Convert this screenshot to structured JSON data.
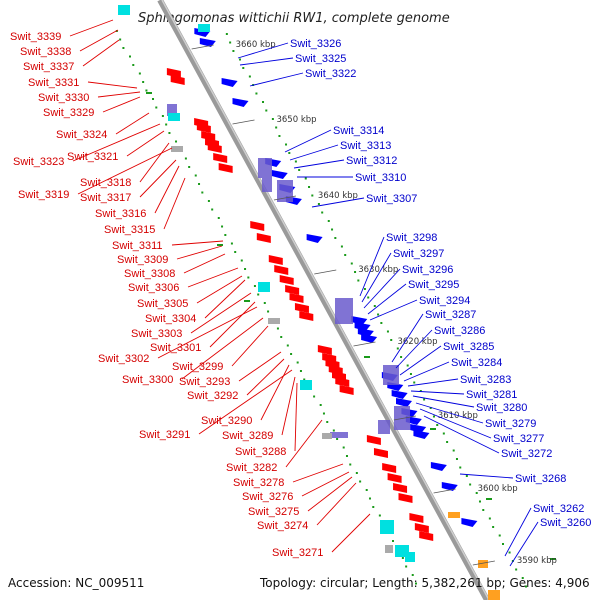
{
  "title": "Sphingomonas wittichii RW1, complete genome",
  "footer": {
    "accession": "Accession: NC_009511",
    "summary": "Topology: circular; Length: 5,382,261 bp; Genes: 4,906"
  },
  "scale_labels": [
    "3660 kbp",
    "3650 kbp",
    "3640 kbp",
    "3630 kbp",
    "3620 kbp",
    "3610 kbp",
    "3600 kbp",
    "3590 kbp"
  ],
  "labels_reverse": [
    "Swit_3339",
    "Swit_3338",
    "Swit_3337",
    "Swit_3331",
    "Swit_3330",
    "Swit_3329",
    "Swit_3324",
    "Swit_3323",
    "Swit_3321",
    "Swit_3318",
    "Swit_3319",
    "Swit_3317",
    "Swit_3316",
    "Swit_3315",
    "Swit_3311",
    "Swit_3309",
    "Swit_3308",
    "Swit_3306",
    "Swit_3305",
    "Swit_3304",
    "Swit_3303",
    "Swit_3301",
    "Swit_3302",
    "Swit_3300",
    "Swit_3299",
    "Swit_3293",
    "Swit_3292",
    "Swit_3290",
    "Swit_3291",
    "Swit_3289",
    "Swit_3288",
    "Swit_3282",
    "Swit_3278",
    "Swit_3276",
    "Swit_3275",
    "Swit_3274",
    "Swit_3271"
  ],
  "labels_forward": [
    "Swit_3326",
    "Swit_3325",
    "Swit_3322",
    "Swit_3314",
    "Swit_3313",
    "Swit_3312",
    "Swit_3310",
    "Swit_3307",
    "Swit_3298",
    "Swit_3297",
    "Swit_3296",
    "Swit_3295",
    "Swit_3294",
    "Swit_3287",
    "Swit_3286",
    "Swit_3285",
    "Swit_3284",
    "Swit_3283",
    "Swit_3281",
    "Swit_3280",
    "Swit_3279",
    "Swit_3277",
    "Swit_3272",
    "Swit_3268",
    "Swit_3262",
    "Swit_3260"
  ],
  "colors": {
    "reverse_strand": "#ff0000",
    "forward_strand": "#0000ff",
    "backbone": "#999999",
    "gc_skew_positive": "#00aa00",
    "feature_cyan": "#00e0e0",
    "feature_purple": "#6a5acd",
    "feature_orange": "#ffa020"
  }
}
